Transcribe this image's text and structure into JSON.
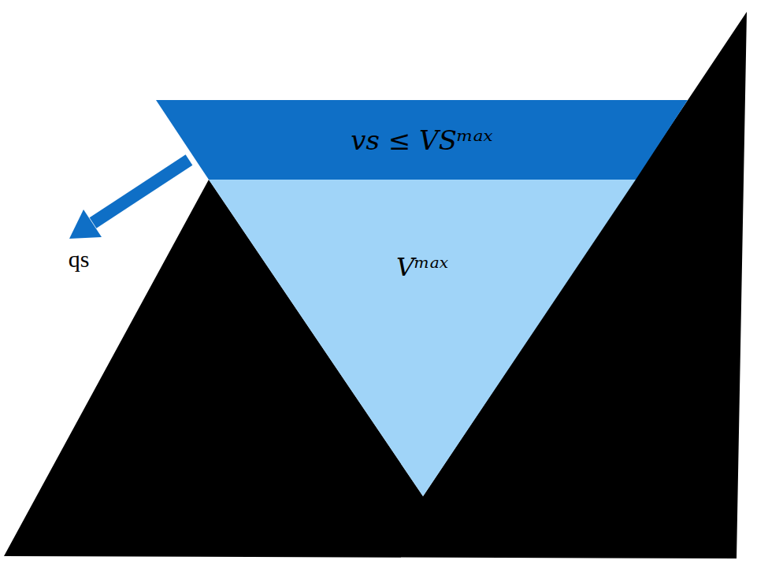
{
  "diagram": {
    "nodes": [
      {
        "text": [
          "vs ≤ VSᵐᵃˣ"
        ]
      },
      {
        "text": [
          "Vᵐᵃˣ"
        ]
      }
    ],
    "labels": [
      "qs"
    ]
  }
}
